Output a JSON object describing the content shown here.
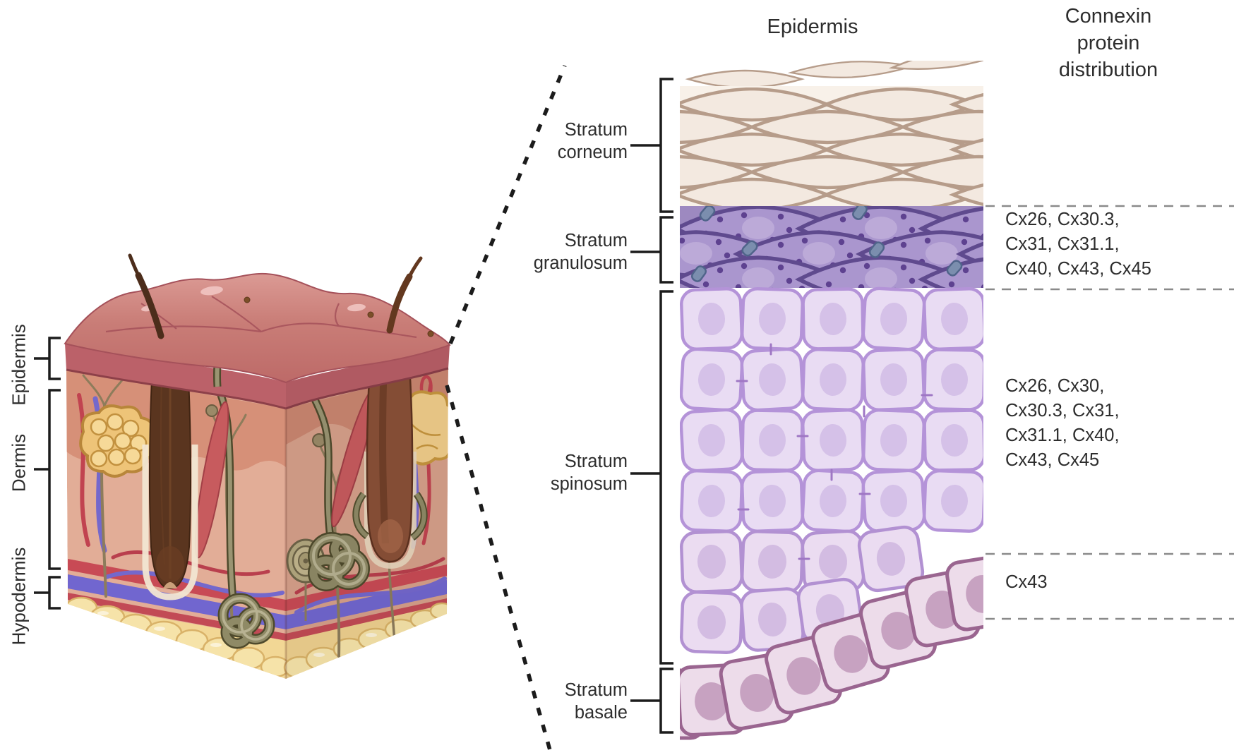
{
  "figure": {
    "type": "anatomical diagram",
    "subject": "Skin cross-section with epidermis layers and connexin protein distribution"
  },
  "titles": {
    "epidermis_panel": "Epidermis",
    "connexin_column": "Connexin protein\ndistribution"
  },
  "skin_block_labels": {
    "epidermis": "Epidermis",
    "dermis": "Dermis",
    "hypodermis": "Hypodermis"
  },
  "epidermis_layers": [
    {
      "label": "Stratum\ncorneum"
    },
    {
      "label": "Stratum\ngranulosum"
    },
    {
      "label": "Stratum\nspinosum"
    },
    {
      "label": "Stratum\nbasale"
    }
  ],
  "connexin_distribution": [
    {
      "layer": "Stratum granulosum",
      "proteins": "Cx26, Cx30.3,\nCx31, Cx31.1,\nCx40, Cx43,  Cx45"
    },
    {
      "layer": "Stratum spinosum",
      "proteins": "Cx26, Cx30,\nCx30.3, Cx31,\nCx31.1, Cx40,\nCx43,  Cx45"
    },
    {
      "layer": "Stratum basale",
      "proteins": "Cx43"
    }
  ],
  "colors": {
    "text": "#2d2d2d",
    "bracket": "#1c1c1c",
    "dashed_guide": "#8a8a8a",
    "dotted_connector": "#1b1b1b",
    "corneum_cell": "#f3e9e0",
    "corneum_stroke": "#b69c8a",
    "granulosum_cell": "#aa96ce",
    "granulosum_stroke": "#5f4a8e",
    "spinosum_cell": "#e9dcf3",
    "spinosum_stroke": "#b493d8",
    "basale_cell": "#eddcea",
    "basale_stroke": "#9a6590",
    "skin_surface": "#c97d77",
    "dermis_face": "#e2ad97",
    "hypodermis_fat": "#f2d795",
    "vessel_red": "#c84a55",
    "vessel_blue": "#7166cf",
    "hair_follicle": "#5a351f",
    "sebaceous_gland": "#eec478",
    "sweat_gland": "#8f8a66",
    "muscle": "#c75b5e"
  }
}
